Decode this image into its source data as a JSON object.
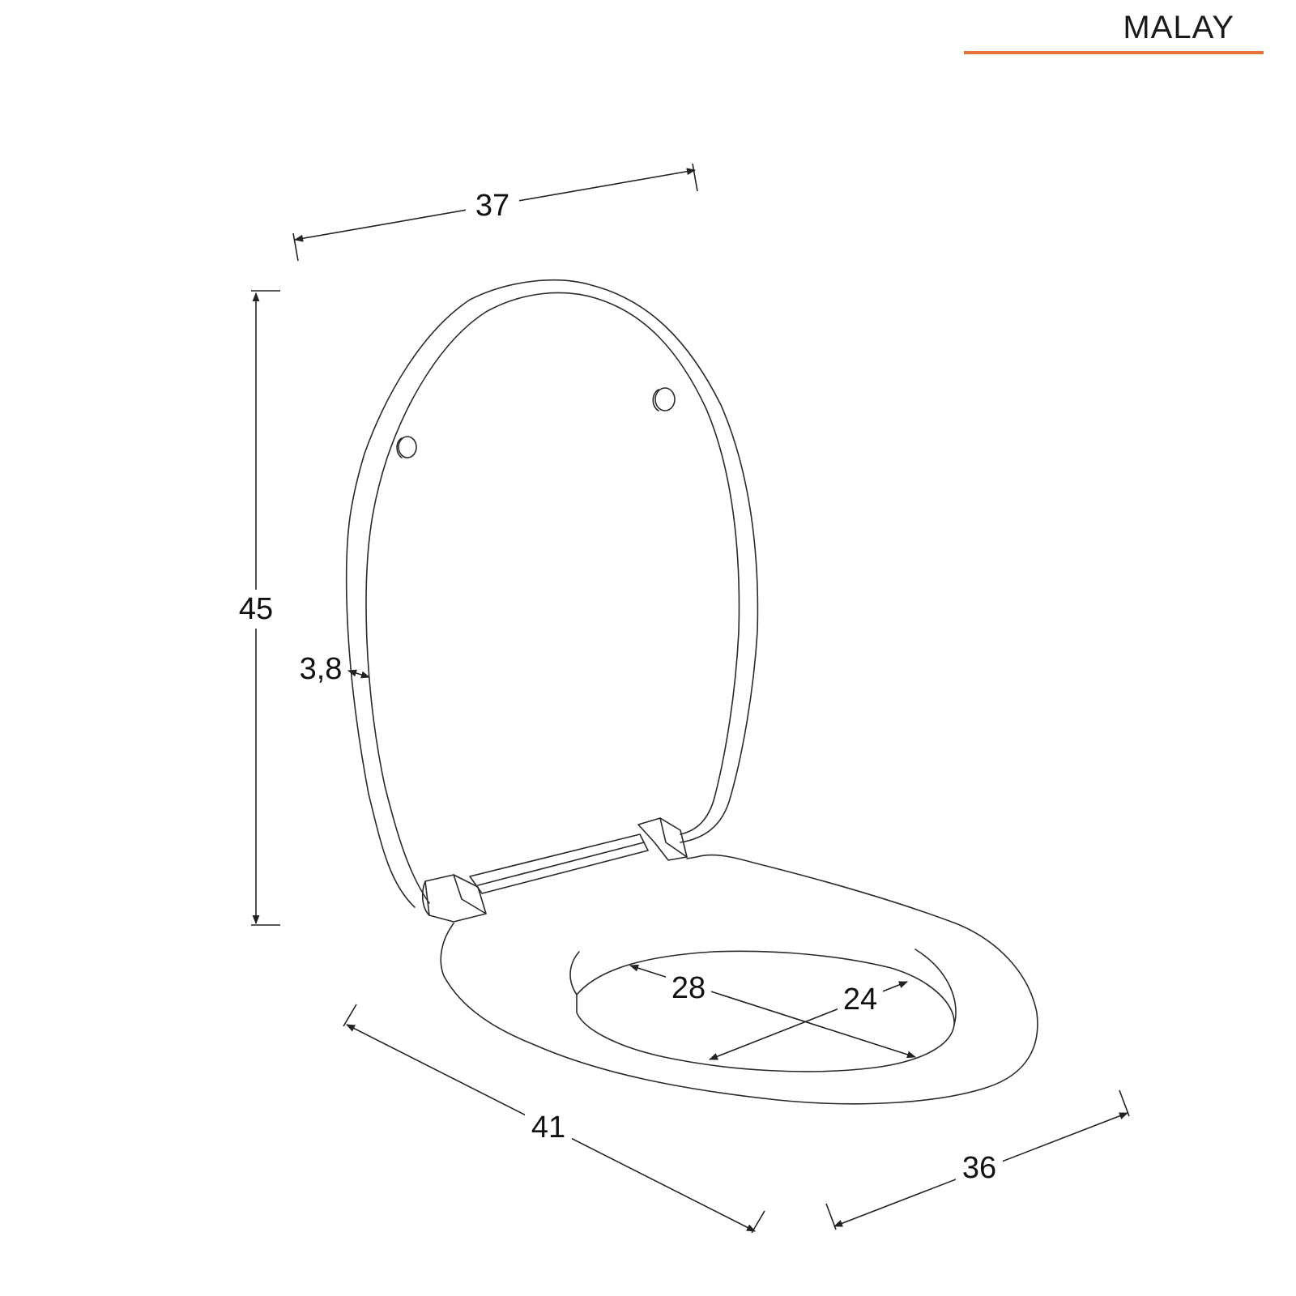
{
  "brand": {
    "name": "MALAY",
    "accent_color": "#e8733a"
  },
  "dimensions": {
    "lid_width": "37",
    "height": "45",
    "thickness": "3,8",
    "seat_length": "41",
    "seat_width": "36",
    "opening_length": "28",
    "opening_width": "24"
  }
}
